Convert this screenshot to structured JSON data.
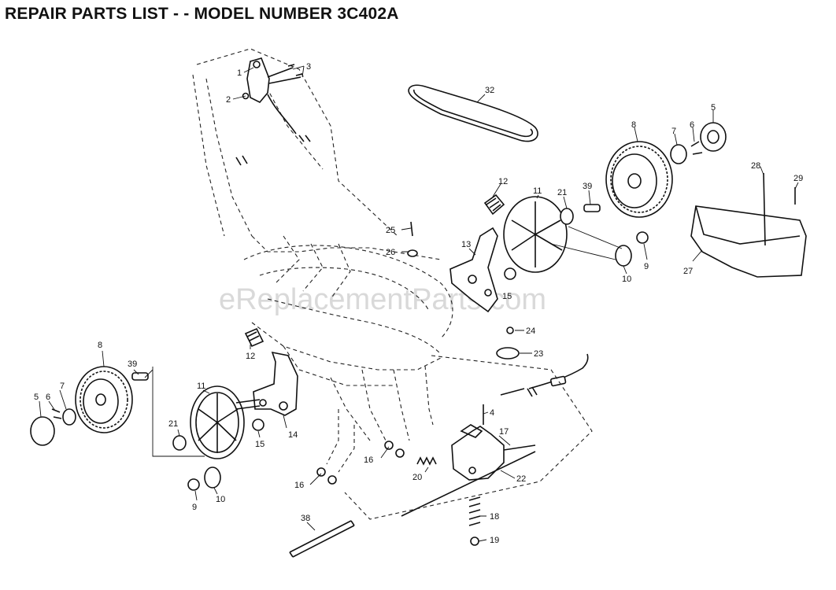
{
  "title": "REPAIR PARTS LIST - - MODEL NUMBER 3C402A",
  "watermark": "eReplacementParts.com",
  "callouts": [
    "1",
    "2",
    "3",
    "32",
    "8",
    "7",
    "6",
    "5",
    "28",
    "29",
    "12",
    "11",
    "21",
    "39",
    "25",
    "26",
    "13",
    "15",
    "10",
    "9",
    "27",
    "24",
    "23",
    "8",
    "39",
    "6",
    "7",
    "5",
    "12",
    "11",
    "14",
    "21",
    "15",
    "4",
    "17",
    "16",
    "20",
    "22",
    "16",
    "9",
    "10",
    "38",
    "18",
    "19"
  ],
  "colors": {
    "ink": "#111111",
    "watermark": "#d9d9d9"
  }
}
